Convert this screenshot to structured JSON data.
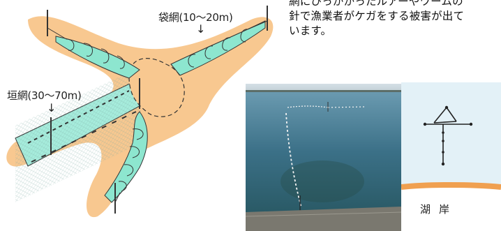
{
  "labels": {
    "bag_net": "袋網(10～20m)",
    "fence_net": "垣網(30～70m)",
    "arrow": "↓",
    "shore": "湖岸"
  },
  "body_text": {
    "line1": "網にひっかかったルアーやワームの",
    "line2": "針で漁業者がケガをする被害が出て",
    "line3": "います。"
  },
  "colors": {
    "sand": "#f8c890",
    "net": "#8de6cf",
    "water": "#dff0f7",
    "shore": "#f0a050"
  }
}
